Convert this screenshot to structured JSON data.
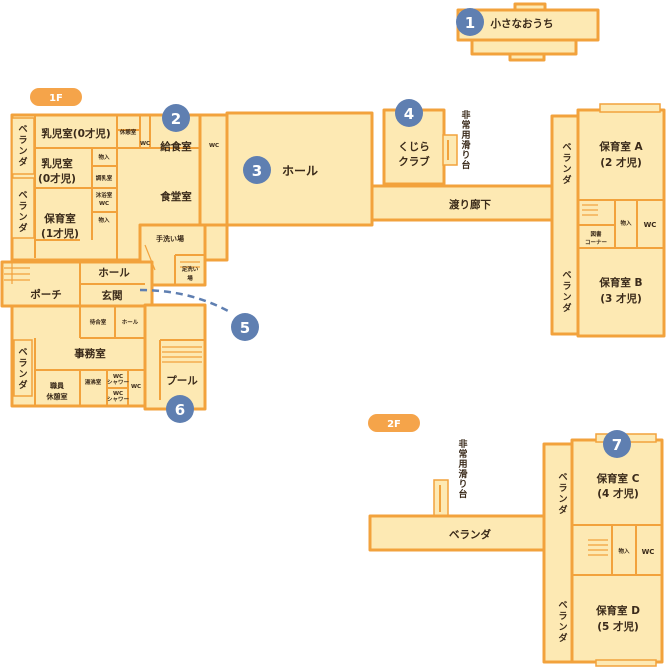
{
  "colors": {
    "room_fill": "#fde9b3",
    "wall": "#f2a23c",
    "marker": "#5f7fb1",
    "floor_badge": "#f5a44a",
    "text": "#3a2a1a"
  },
  "floors": {
    "first": "1F",
    "second": "2F"
  },
  "markers": [
    "1",
    "2",
    "3",
    "4",
    "5",
    "6",
    "7"
  ],
  "rooms": {
    "small_house": "小さなおうち",
    "infant_0": "乳児室(0才児)",
    "rest_room_small": "休憩室",
    "wc": "WC",
    "kitchen": "給食室",
    "hall_large": "ホール",
    "whale_club_1": "くじら",
    "whale_club_2": "クラブ",
    "emergency_slide": [
      "非",
      "常",
      "用",
      "滑",
      "り",
      "台"
    ],
    "infant_0b_1": "乳児室",
    "infant_0b_2": "(0才児)",
    "storage": "物入",
    "formula_room": "調乳室",
    "bath_wc_1": "沐浴室",
    "bath_wc_2": "WC",
    "dining": "食堂室",
    "nursery_1_1": "保育室",
    "nursery_1_2": "(1才児)",
    "handwash": "手洗い場",
    "footwash_1": "足洗い",
    "footwash_2": "場",
    "hall_small": "ホール",
    "porch": "ポーチ",
    "entrance": "玄関",
    "waiting": "待合室",
    "office": "事務室",
    "staff_rest_1": "職員",
    "staff_rest_2": "休憩室",
    "wash_room": "湯沸室",
    "shower": "シャワー",
    "pool": "プール",
    "corridor": "渡り廊下",
    "veranda": [
      "ベ",
      "ラ",
      "ン",
      "ダ"
    ],
    "nursery_a_1": "保育室 A",
    "nursery_a_2": "(2 才児)",
    "library_1": "図書",
    "library_2": "コーナー",
    "nursery_b_1": "保育室 B",
    "nursery_b_2": "(3 才児)",
    "veranda_h": "ベランダ",
    "nursery_c_1": "保育室 C",
    "nursery_c_2": "(4 才児)",
    "nursery_d_1": "保育室 D",
    "nursery_d_2": "(5 才児)"
  }
}
